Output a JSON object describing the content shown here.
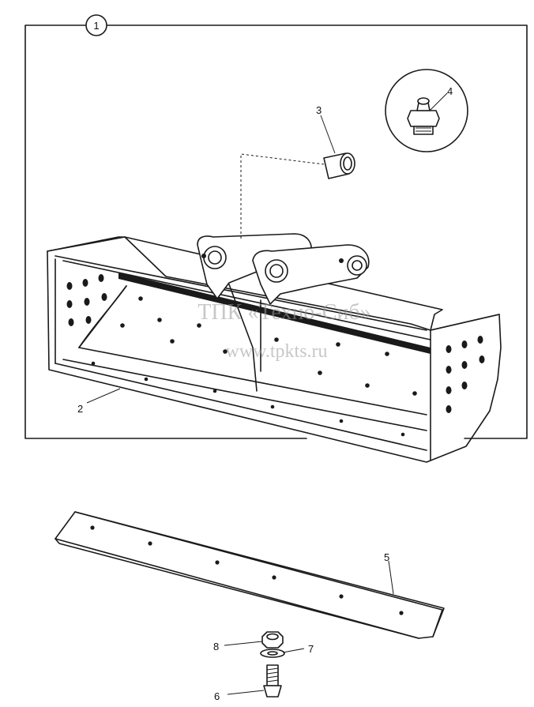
{
  "assembly": {
    "number": "1"
  },
  "callouts": [
    {
      "number": "2"
    },
    {
      "number": "3"
    },
    {
      "number": "4"
    },
    {
      "number": "5"
    },
    {
      "number": "6"
    },
    {
      "number": "7"
    },
    {
      "number": "8"
    }
  ],
  "watermark": {
    "line1": "ТПК «Техно-Сиб»",
    "line2": "www.tpkts.ru"
  }
}
